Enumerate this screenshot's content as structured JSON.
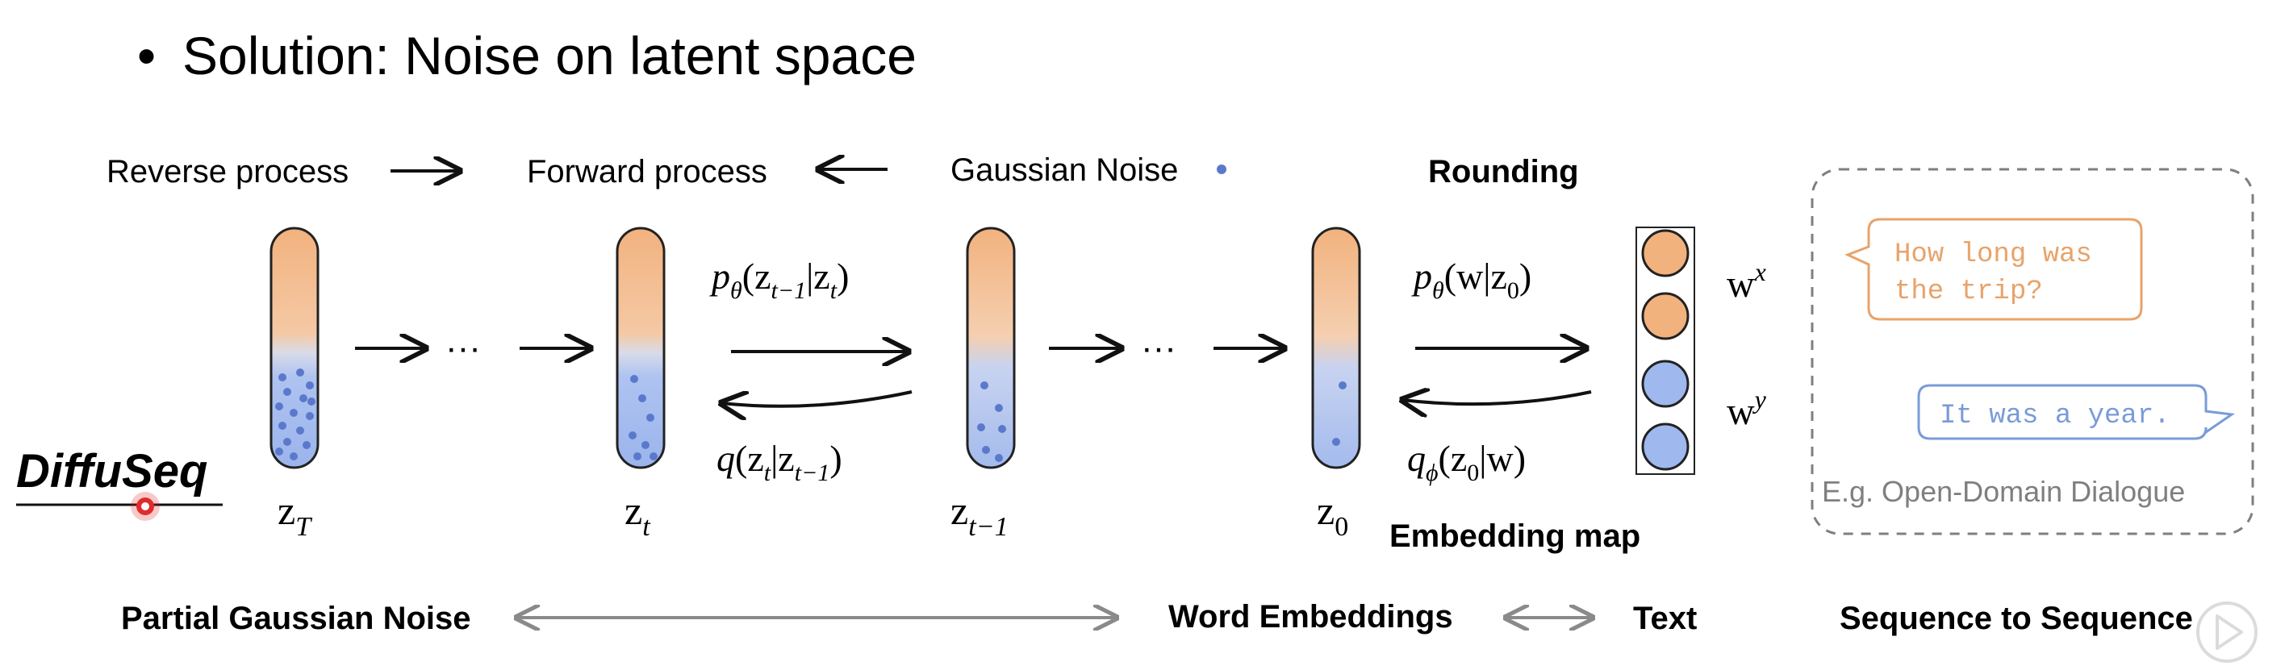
{
  "slide": {
    "bullet": "•",
    "title": "Solution: Noise on latent space"
  },
  "legend": {
    "reverse_label": "Reverse process",
    "forward_label": "Forward process",
    "noise_label": "Gaussian Noise"
  },
  "stages": {
    "dots_1": "···",
    "dots_2": "···",
    "labels": [
      "z",
      "z",
      "z",
      "z"
    ],
    "subscripts": [
      "T",
      "t",
      "t−1",
      "0"
    ]
  },
  "equations": {
    "p_theta_var": "p",
    "p_theta_sub": "θ",
    "p_theta_args_1": "(z",
    "p_theta_args_sub1": "t−1",
    "p_theta_args_2": "|z",
    "p_theta_args_sub2": "t",
    "p_theta_args_3": ")",
    "q_var": "q",
    "q_args_1": "(z",
    "q_args_sub1": "t",
    "q_args_2": "|z",
    "q_args_sub2": "t−1",
    "q_args_3": ")",
    "round_var": "p",
    "round_sub": "θ",
    "round_args_1": "(w|z",
    "round_args_sub": "0",
    "round_args_2": ")",
    "embed_var": "q",
    "embed_sub": "ϕ",
    "embed_args_1": "(z",
    "embed_args_sub": "0",
    "embed_args_2": "|w)"
  },
  "rounding_label": "Rounding",
  "embedding_map_label": "Embedding map",
  "words": {
    "wx_base": "w",
    "wx_sup": "x",
    "wy_base": "w",
    "wy_sup": "y"
  },
  "dialogue": {
    "bubble1_line1": "How long was",
    "bubble1_line2": "the trip?",
    "bubble2": "It was a year.",
    "caption": "E.g. Open-Domain Dialogue"
  },
  "brand": "DiffuSeq",
  "bottom_row": {
    "partial_noise": "Partial Gaussian Noise",
    "word_embeddings": "Word Embeddings",
    "text": "Text",
    "seq2seq": "Sequence to Sequence"
  },
  "colors": {
    "orange_fill": "#f2b27e",
    "blue_fill": "#9fb8ee",
    "dot_blue": "#5b79cc",
    "orange_text": "#e8a36a",
    "blue_text": "#7a9bd8",
    "dashed_border": "#7f7f7f",
    "arrow_gray": "#8a8a8a",
    "cursor_red": "#e02b2b"
  },
  "icons": {
    "cursor": "red-cursor-icon",
    "play": "play-icon"
  }
}
